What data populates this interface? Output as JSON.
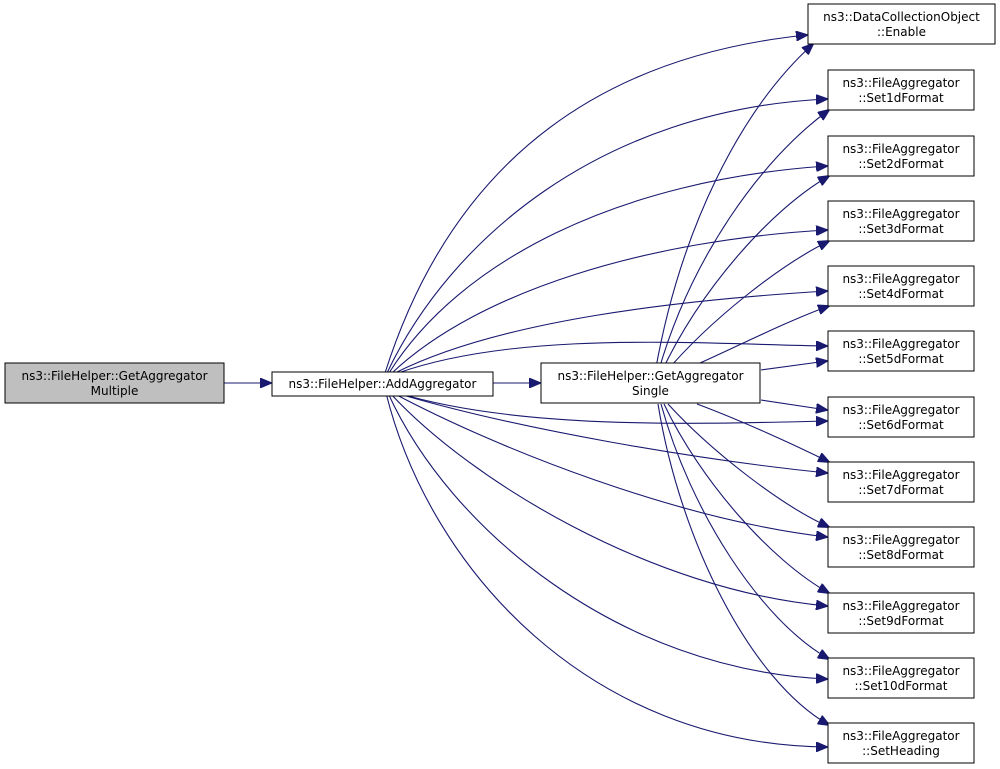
{
  "colors": {
    "edge": "#191970",
    "node_fill": "#ffffff",
    "node_root_fill": "#bfbfbf",
    "node_border": "#000000"
  },
  "nodes": {
    "getAggregatorMultiple": {
      "line1": "ns3::FileHelper::GetAggregator",
      "line2": "Multiple"
    },
    "addAggregator": {
      "line1": "ns3::FileHelper::AddAggregator"
    },
    "getAggregatorSingle": {
      "line1": "ns3::FileHelper::GetAggregator",
      "line2": "Single"
    },
    "enable": {
      "line1": "ns3::DataCollectionObject",
      "line2": "::Enable"
    },
    "set1d": {
      "line1": "ns3::FileAggregator",
      "line2": "::Set1dFormat"
    },
    "set2d": {
      "line1": "ns3::FileAggregator",
      "line2": "::Set2dFormat"
    },
    "set3d": {
      "line1": "ns3::FileAggregator",
      "line2": "::Set3dFormat"
    },
    "set4d": {
      "line1": "ns3::FileAggregator",
      "line2": "::Set4dFormat"
    },
    "set5d": {
      "line1": "ns3::FileAggregator",
      "line2": "::Set5dFormat"
    },
    "set6d": {
      "line1": "ns3::FileAggregator",
      "line2": "::Set6dFormat"
    },
    "set7d": {
      "line1": "ns3::FileAggregator",
      "line2": "::Set7dFormat"
    },
    "set8d": {
      "line1": "ns3::FileAggregator",
      "line2": "::Set8dFormat"
    },
    "set9d": {
      "line1": "ns3::FileAggregator",
      "line2": "::Set9dFormat"
    },
    "set10d": {
      "line1": "ns3::FileAggregator",
      "line2": "::Set10dFormat"
    },
    "setHeading": {
      "line1": "ns3::FileAggregator",
      "line2": "::SetHeading"
    }
  }
}
